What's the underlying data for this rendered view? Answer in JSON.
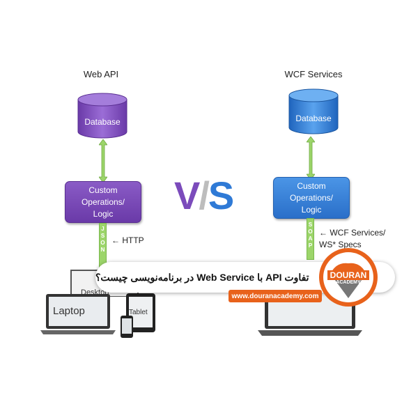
{
  "left": {
    "title": "Web API",
    "database": "Database",
    "logic_lines": [
      "Custom",
      "Operations/",
      "Logic"
    ],
    "connector": "JSON",
    "protocol": "HTTP",
    "devices": {
      "desktop": "Desktop",
      "laptop": "Laptop",
      "tablet": "Tablet"
    }
  },
  "right": {
    "title": "WCF Services",
    "database": "Database",
    "logic_lines": [
      "Custom",
      "Operations/",
      "Logic"
    ],
    "connector": "SOAP",
    "protocol_lines": [
      "WCF Services/",
      "WS* Specs"
    ]
  },
  "vs": {
    "v": "V",
    "slash": "/",
    "s": "S"
  },
  "banner": {
    "title": "تفاوت API با Web Service در برنامه‌نویسی چیست؟",
    "url": "www.douranacademy.com",
    "logo_title": "DOURAN",
    "logo_subtitle": "ACADEMY"
  },
  "colors": {
    "purple": "#7b4bbb",
    "blue": "#2f7ad6",
    "green": "#9cd56a",
    "orange": "#e8621b",
    "slash_gray": "#bdbdbd"
  },
  "icons": [
    "left-arrow-icon",
    "database-icon",
    "laptop-icon",
    "desktop-icon",
    "tablet-icon",
    "phone-icon"
  ]
}
